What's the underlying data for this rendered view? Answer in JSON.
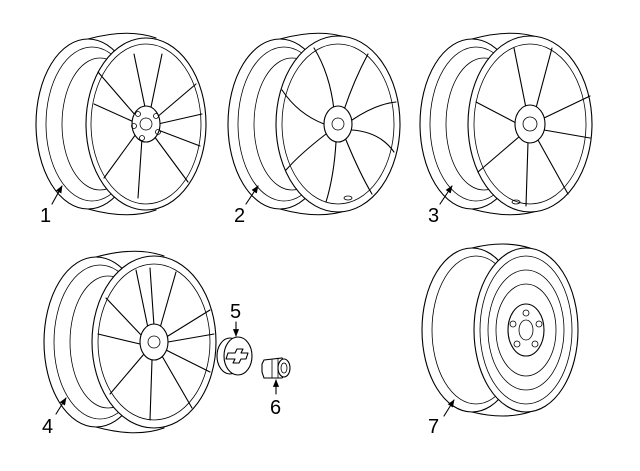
{
  "parts": [
    {
      "number": "1"
    },
    {
      "number": "2"
    },
    {
      "number": "3"
    },
    {
      "number": "4"
    },
    {
      "number": "5"
    },
    {
      "number": "6"
    },
    {
      "number": "7"
    }
  ]
}
